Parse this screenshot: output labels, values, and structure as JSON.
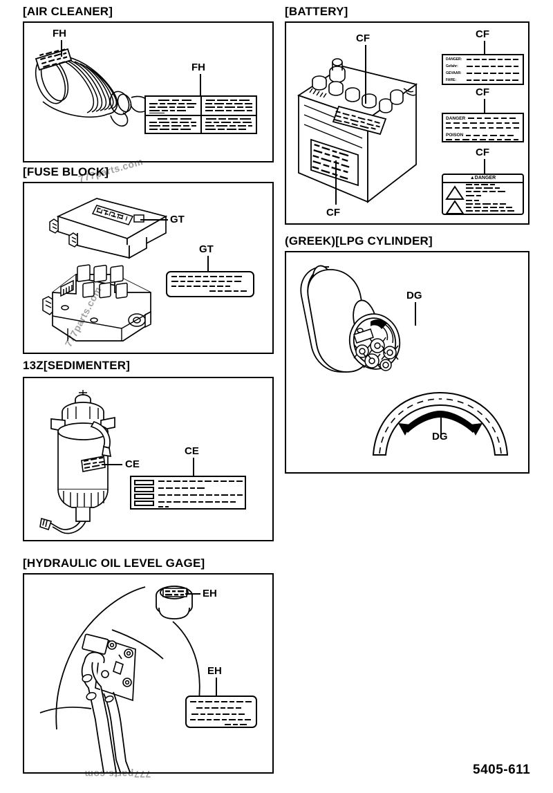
{
  "document": {
    "page_code": "5405-611",
    "watermark": "777parts.com"
  },
  "sections": [
    {
      "id": "air-cleaner",
      "title": "[AIR CLEANER]",
      "part_code": "FH",
      "callouts": [
        "FH",
        "FH"
      ],
      "plate": {
        "type": "grid-2x2",
        "code": "FH"
      }
    },
    {
      "id": "battery",
      "title": "[BATTERY]",
      "part_code": "CF",
      "callouts": [
        "CF",
        "CF",
        "CF",
        "CF",
        "CF"
      ],
      "plates": [
        {
          "code": "CF",
          "type": "multilingual-danger",
          "row_labels": [
            "DANGER:",
            "Gefahr:",
            "GEVAAR:",
            "FARE:"
          ]
        },
        {
          "code": "CF",
          "type": "danger-poison",
          "row_labels": [
            "DANGER",
            "POISON"
          ]
        },
        {
          "code": "CF",
          "type": "danger-triangles",
          "header": "DANGER",
          "header_icon": "warning-triangle-icon"
        }
      ]
    },
    {
      "id": "fuse-block",
      "title": "[FUSE BLOCK]",
      "part_code": "GT",
      "callouts": [
        "GT",
        "GT"
      ],
      "plate": {
        "type": "rounded-text",
        "code": "GT"
      }
    },
    {
      "id": "lpg-cylinder",
      "title": "(GREEK)[LPG CYLINDER]",
      "part_code": "DG",
      "callouts": [
        "DG",
        "DG"
      ],
      "plate": {
        "type": "curved-arrow-decal",
        "code": "DG"
      }
    },
    {
      "id": "sedimenter",
      "title": "13Z[SEDIMENTER]",
      "part_code": "CE",
      "callouts": [
        "CE",
        "CE"
      ],
      "plate": {
        "type": "boxed-rows",
        "code": "CE"
      }
    },
    {
      "id": "hydraulic-oil-level-gage",
      "title": "[HYDRAULIC OIL LEVEL GAGE]",
      "part_code": "EH",
      "callouts": [
        "EH",
        "EH"
      ],
      "plate": {
        "type": "rounded-text",
        "code": "EH"
      }
    }
  ],
  "colors": {
    "ink": "#000000",
    "paper": "#ffffff",
    "watermark": "rgba(0,0,0,0.38)"
  }
}
